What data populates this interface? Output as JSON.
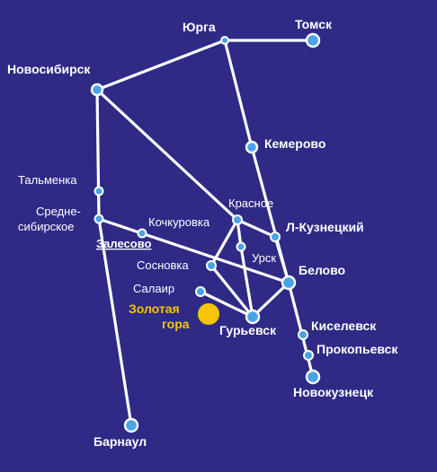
{
  "colors": {
    "background": "#2e2a86",
    "route": "#ffffff",
    "station": "#4aa3e8",
    "highlight": "#f6c400"
  },
  "cities": {
    "yurga": "Юрга",
    "tomsk": "Томск",
    "novosibirsk": "Новосибирск",
    "kemerovo": "Кемерово",
    "talmenka": "Тальменка",
    "krasnoe": "Красное",
    "sredne_line1": "Средне-",
    "sredne_line2": "сибирское",
    "zalesovo": "Залесово",
    "kochkurovka": "Кочкуровка",
    "l_kuznetsky": "Л-Кузнецкий",
    "sosnovka": "Сосновка",
    "ursk": "Урск",
    "belovo": "Белово",
    "salair": "Салаир",
    "gold_line1": "Золотая",
    "gold_line2": "гора",
    "guryevsk": "Гурьевск",
    "kiselevsk": "Киселевск",
    "prokopyevsk": "Прокопьевск",
    "novokuznetsk": "Новокузнецк",
    "barnaul": "Барнаул"
  }
}
